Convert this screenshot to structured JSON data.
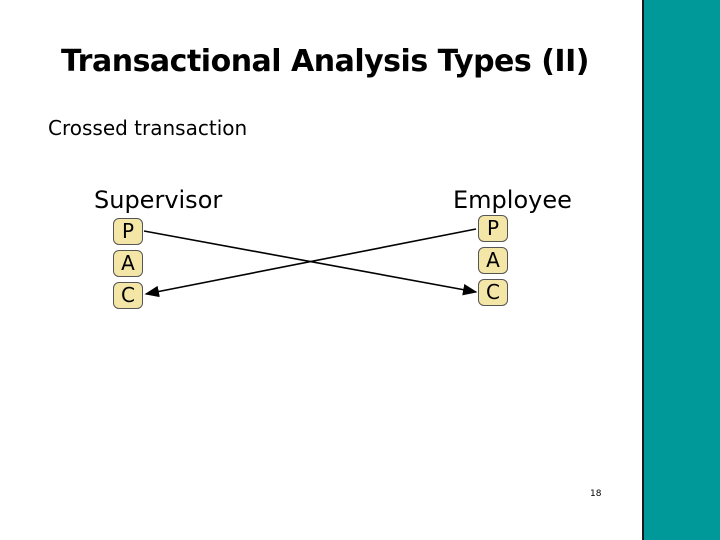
{
  "slide": {
    "title": "Transactional Analysis Types (II)",
    "subtitle": "Crossed transaction",
    "page_number": "18",
    "accent_color": "#00999a",
    "ego_fill": "#f3e6a6"
  },
  "supervisor": {
    "label": "Supervisor",
    "states": [
      "P",
      "A",
      "C"
    ]
  },
  "employee": {
    "label": "Employee",
    "states": [
      "P",
      "A",
      "C"
    ]
  }
}
